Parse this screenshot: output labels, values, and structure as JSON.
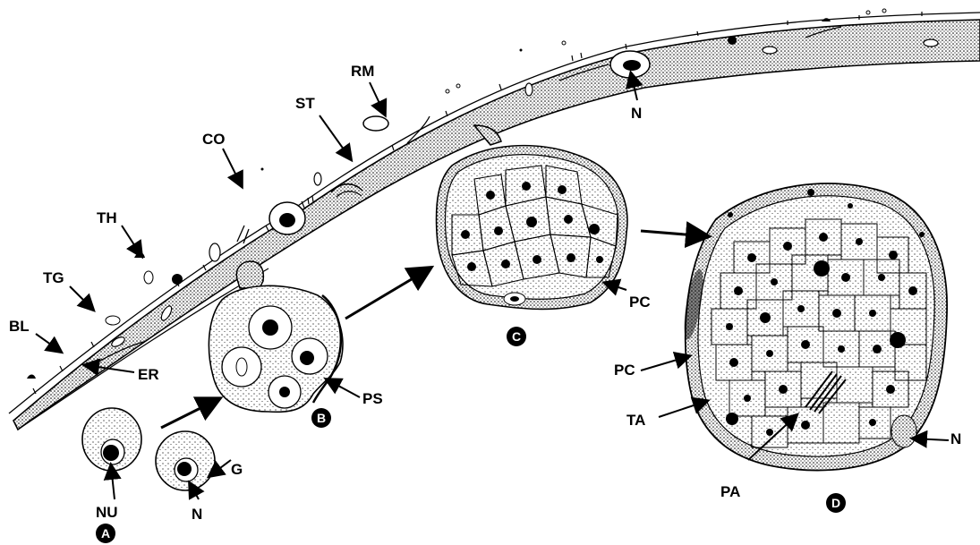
{
  "labels": {
    "RM": "RM",
    "ST": "ST",
    "CO": "CO",
    "TH": "TH",
    "TG": "TG",
    "BL": "BL",
    "ER": "ER",
    "N_top": "N",
    "PS": "PS",
    "PC_C": "PC",
    "PC_D": "PC",
    "TA": "TA",
    "PA": "PA",
    "N_D": "N",
    "NU": "NU",
    "N_A": "N",
    "G": "G"
  },
  "stages": {
    "A": "A",
    "B": "B",
    "C": "C",
    "D": "D"
  },
  "colors": {
    "ink": "#000000",
    "paper": "#ffffff",
    "stipple": "#000000"
  }
}
